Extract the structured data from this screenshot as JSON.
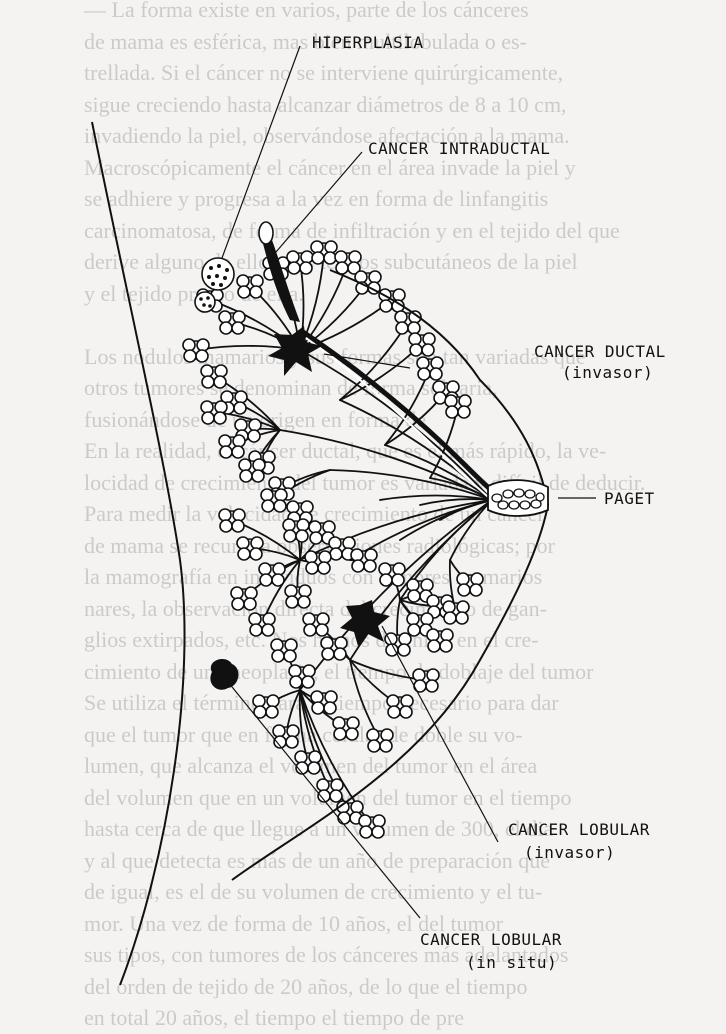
{
  "show_through_text": [
    "— La forma existe en varios, parte de los cánceres",
    "de mama es esférica, mas bien multilobulada o es-",
    "trellada. Si el cáncer no se interviene quirúrgicamente,",
    "sigue creciendo hasta alcanzar diámetros de 8 a 10 cm,",
    "invadiendo la piel, observándose afectación a la mama.",
    "Macroscópicamente el cáncer en el área invade la piel y",
    "se adhiere y progresa a la vez en forma de linfangitis",
    "carcinomatosa, de forma de infiltración y en el tejido del que",
    "derive alguno de ellos, los tejidos subcutáneos de la piel",
    "y el tejido propio de ella.",
    "",
    "Los nódulos mamarios y sus formas son tan variadas que",
    "otros tumores se denominan de forma solitaria,",
    "fusionándose de un origen en forma de",
    "En la realidad, el cáncer ductal, que es el más rápido, la ve-",
    "locidad de crecimiento del tumor es variada y difícil de deducir.",
    "Para medir la velocidad de crecimiento de un cáncer",
    "de mama se recurre a observaciones radiológicas; por",
    "la mamografía en individuos con tumores mamarios",
    "nares, la observación directa del crecimiento de gan-",
    "glios extirpados, etc. Nos hemos detenido en el cre-",
    "cimiento de una neoplasia, el tiempo de doblaje del tumor",
    "Se utiliza el término para el tiempo necesario para dar",
    "que el tumor que en forma celular de doble su vo-",
    "lumen, que alcanza el volumen del tumor en el área",
    "del volumen que en un volumen del tumor en el tiempo",
    "hasta cerca de que llegue a un volumen de 300, el dia",
    "y al que detecta es más de un año de preparación que",
    "de igual, es el de su volumen de crecimiento y el tu-",
    "mor. Una vez de forma de 10 años, el del tumor",
    "sus tipos, con tumores de los cánceres más adelantados",
    "del orden de tejido de 20 años, de lo que el tiempo",
    "en total 20 años, el tiempo el tiempo de pre"
  ],
  "labels": {
    "hiperplasia": "HIPERPLASIA",
    "cancer_intraductal": "CANCER INTRADUCTAL",
    "cancer_ductal_line1": "CANCER DUCTAL",
    "cancer_ductal_line2": "(invasor)",
    "paget": "PAGET",
    "cancer_lobular_invasor_line1": "CANCER LOBULAR",
    "cancer_lobular_invasor_line2": "(invasor)",
    "cancer_lobular_situ_line1": "CANCER LOBULAR",
    "cancer_lobular_situ_line2": "(in situ)"
  },
  "colors": {
    "ink": "#111111",
    "paper": "#f4f3f1"
  }
}
